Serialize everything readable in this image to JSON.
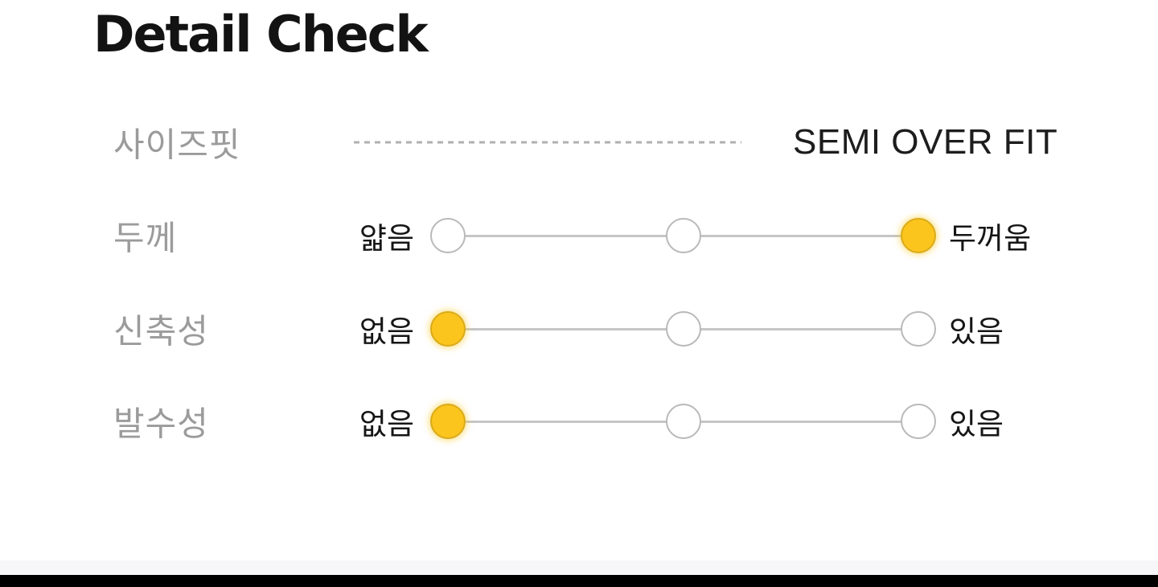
{
  "page": {
    "title": "Detail Check"
  },
  "fit_row": {
    "label": "사이즈핏",
    "value": "SEMI OVER FIT"
  },
  "scale_rows": [
    {
      "label": "두께",
      "left": "얇음",
      "right": "두꺼움",
      "selected": 2
    },
    {
      "label": "신축성",
      "left": "없음",
      "right": "있음",
      "selected": 0
    },
    {
      "label": "발수성",
      "left": "없음",
      "right": "있음",
      "selected": 0
    }
  ],
  "colors": {
    "accent_yellow": "#FCC51D",
    "accent_border": "#D9AB1C",
    "circle_border": "#B9B9B9",
    "line_gray": "#C6C6C6",
    "dash_gray": "#B0B0B0",
    "label_gray": "#9B9B9B",
    "text_black": "#161616",
    "footer_strip": "#F7F6F8",
    "footer_bar": "#000000"
  }
}
